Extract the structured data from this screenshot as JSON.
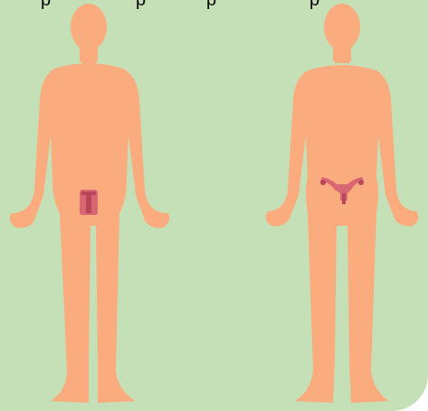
{
  "colors": {
    "background": "#c5e0b6",
    "skin": "#fbac7f",
    "organ": "#d96673",
    "organ_dark": "#b8475a"
  },
  "figures": [
    {
      "icon": "male-body-silhouette",
      "organ_icon": "male-reproductive-organ-icon"
    },
    {
      "icon": "female-body-silhouette",
      "organ_icon": "uterus-icon"
    }
  ],
  "cut_text": [
    "p",
    "p",
    "p",
    "p"
  ]
}
